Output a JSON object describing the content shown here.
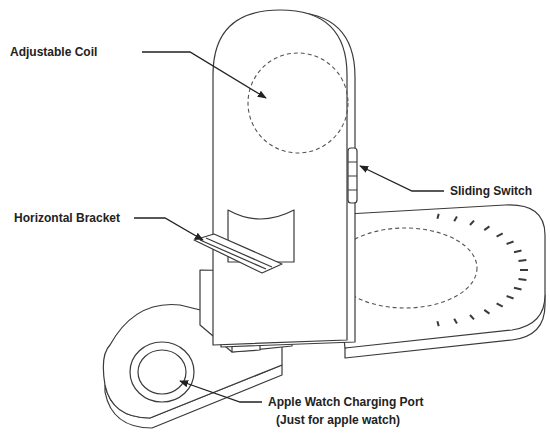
{
  "diagram": {
    "labels": [
      "Adjustable Coil",
      "Sliding Switch",
      "Horizontal Bracket",
      "Apple Watch Charging Port",
      "(Just for apple watch)"
    ]
  }
}
